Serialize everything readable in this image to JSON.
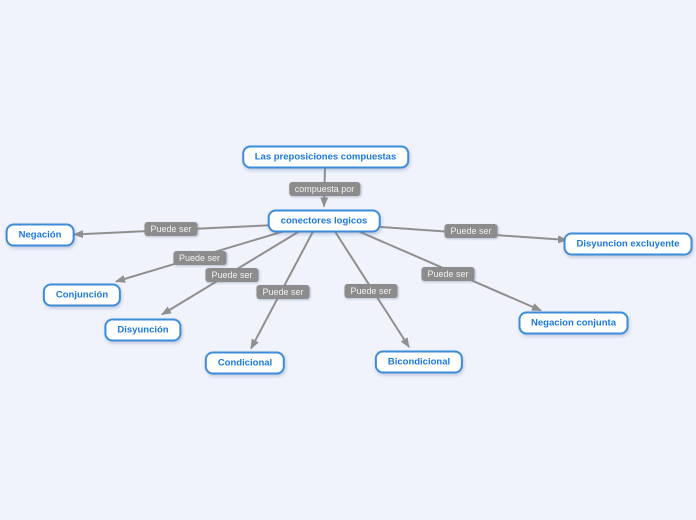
{
  "map": {
    "root": {
      "label": "Las preposiciones compuestas"
    },
    "root_edge_label": "compuesta por",
    "center": {
      "label": "conectores logicos"
    },
    "children": [
      {
        "label": "Negación",
        "edge_label": "Puede ser"
      },
      {
        "label": "Conjunción",
        "edge_label": "Puede ser"
      },
      {
        "label": "Disyunción",
        "edge_label": "Puede ser"
      },
      {
        "label": "Condicional",
        "edge_label": "Puede ser"
      },
      {
        "label": "Bicondicional",
        "edge_label": "Puede ser"
      },
      {
        "label": "Negacion conjunta",
        "edge_label": "Puede ser"
      },
      {
        "label": "Disyuncion excluyente",
        "edge_label": "Puede ser"
      }
    ],
    "colors": {
      "background": "#f0f3fc",
      "node_background": "#ffffff",
      "node_border": "#3c8cda",
      "node_text": "#1a78d8",
      "connector": "#8f8f8f",
      "edge_label_background": "#8c8c8c",
      "edge_label_text": "#f2f2f2"
    }
  }
}
